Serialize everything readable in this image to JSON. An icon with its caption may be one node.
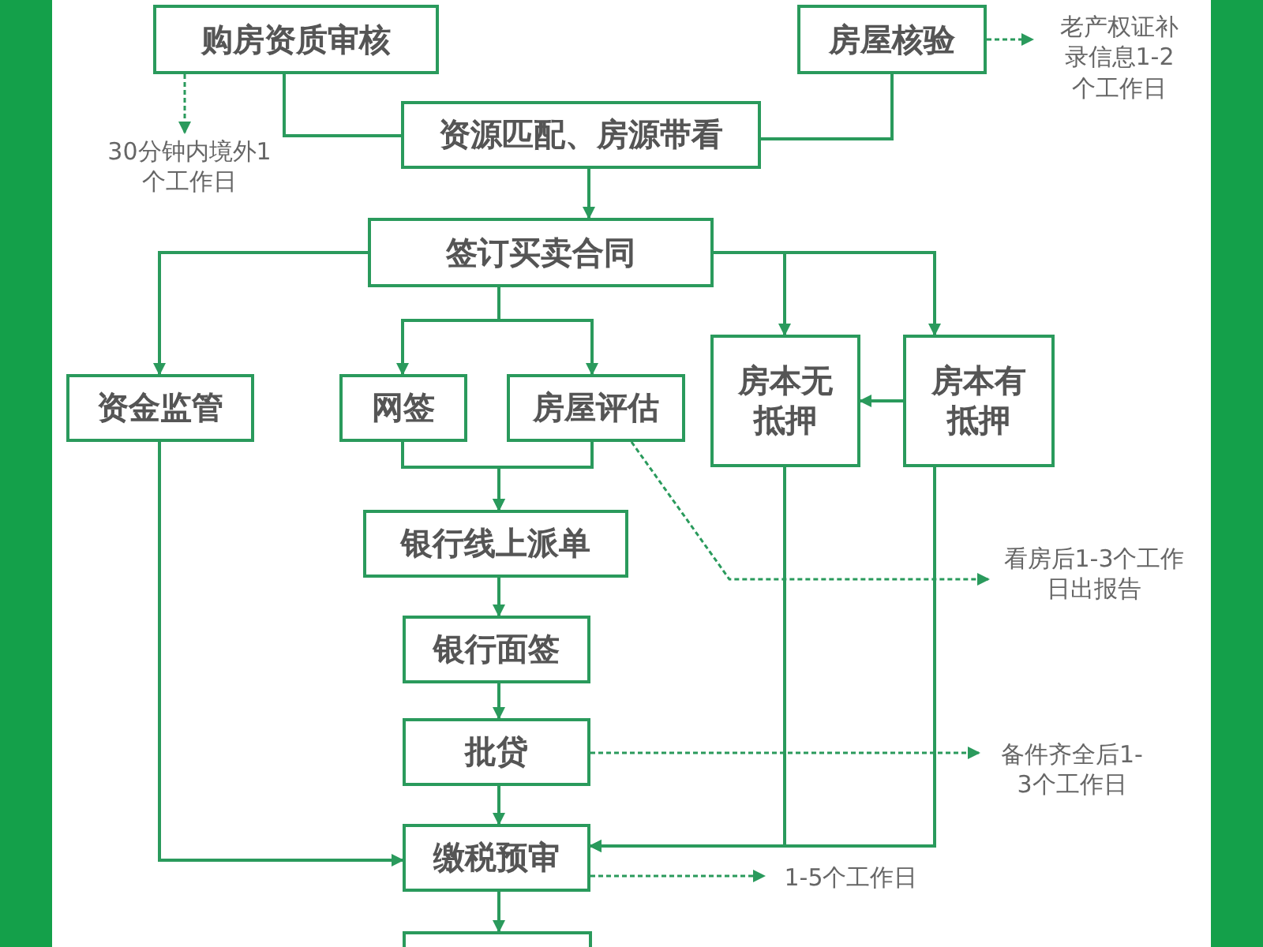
{
  "diagram": {
    "nodes": [
      {
        "text": [
          "购房资质审核"
        ]
      },
      {
        "text": [
          "房屋核验"
        ]
      },
      {
        "text": [
          "资源匹配、房源带看"
        ]
      },
      {
        "text": [
          "签订买卖合同"
        ]
      },
      {
        "text": [
          "资金监管"
        ]
      },
      {
        "text": [
          "网签"
        ]
      },
      {
        "text": [
          "房屋评估"
        ]
      },
      {
        "text": [
          "房本无抵押"
        ]
      },
      {
        "text": [
          "房本有抵押"
        ]
      },
      {
        "text": [
          "银行线上派单"
        ]
      },
      {
        "text": [
          "银行面签"
        ]
      },
      {
        "text": [
          "批贷"
        ]
      },
      {
        "text": [
          "缴税预审"
        ]
      },
      {
        "text": [],
        "shape": "box"
      },
      {
        "text": [
          "30分钟内境外1个工作日"
        ]
      },
      {
        "text": [
          "老产权证补录信息1-2个工作日"
        ]
      },
      {
        "text": [
          "看房后1-3个工作日出报告"
        ]
      },
      {
        "text": [
          "备件齐全后1-3个工作日"
        ]
      },
      {
        "text": [
          "1-5个工作日"
        ]
      }
    ],
    "edges": [
      {
        "from": 0,
        "to": 2,
        "arrow": "none"
      },
      {
        "from": 1,
        "to": 2,
        "arrow": "none"
      },
      {
        "from": 2,
        "to": 3,
        "arrow": "to"
      },
      {
        "from": 3,
        "to": 4,
        "arrow": "to"
      },
      {
        "from": 3,
        "to": 5,
        "arrow": "to"
      },
      {
        "from": 3,
        "to": 6,
        "arrow": "to"
      },
      {
        "from": 3,
        "to": 7,
        "arrow": "to"
      },
      {
        "from": 3,
        "to": 8,
        "arrow": "to"
      },
      {
        "from": 8,
        "to": 7,
        "arrow": "to"
      },
      {
        "from": 5,
        "to": 9,
        "arrow": "to"
      },
      {
        "from": 6,
        "to": 9,
        "arrow": "to"
      },
      {
        "from": 9,
        "to": 10,
        "arrow": "to"
      },
      {
        "from": 10,
        "to": 11,
        "arrow": "to"
      },
      {
        "from": 11,
        "to": 12,
        "arrow": "to"
      },
      {
        "from": 4,
        "to": 12,
        "arrow": "to"
      },
      {
        "from": 7,
        "to": 12,
        "arrow": "to"
      },
      {
        "from": 8,
        "to": 12,
        "arrow": "to"
      },
      {
        "from": 12,
        "to": 13,
        "arrow": "to"
      },
      {
        "from": 0,
        "to": 14,
        "arrow": "to",
        "style": "dashed"
      },
      {
        "from": 1,
        "to": 15,
        "arrow": "to",
        "style": "dashed"
      },
      {
        "from": 6,
        "to": 16,
        "arrow": "to",
        "style": "dashed"
      },
      {
        "from": 11,
        "to": 17,
        "arrow": "to",
        "style": "dashed"
      },
      {
        "from": 12,
        "to": 18,
        "arrow": "to",
        "style": "dashed"
      }
    ]
  }
}
